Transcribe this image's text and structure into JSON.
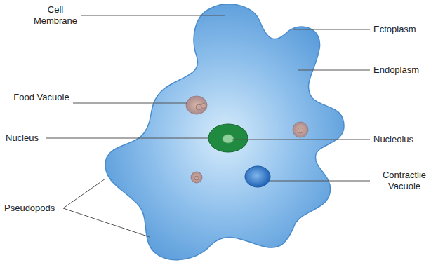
{
  "diagram": {
    "labels": [
      "Cell Membrane",
      "Ectoplasm",
      "Endoplasm",
      "Food Vacuole",
      "Nucleus",
      "Nucleolus",
      "Contractlie Vacuole",
      "Pseudopods"
    ]
  }
}
